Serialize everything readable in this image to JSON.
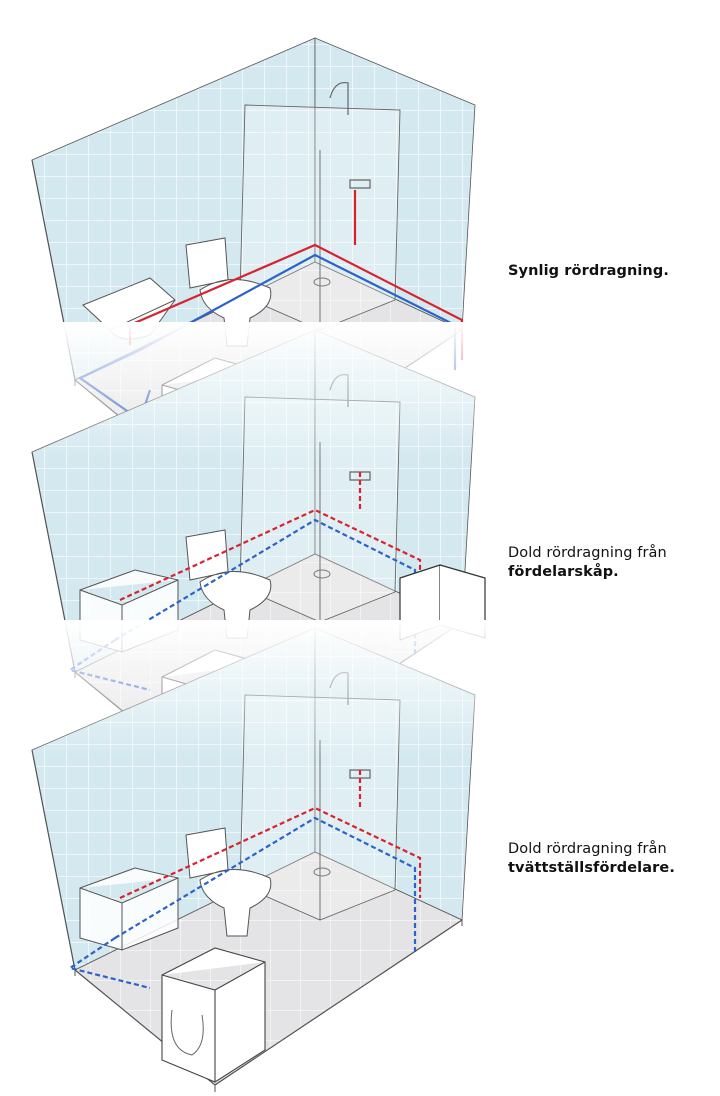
{
  "diagram": {
    "colors": {
      "hot_pipe": "#d8232f",
      "cold_pipe": "#2e62c9",
      "wall_tile": "#d6eaf0",
      "floor": "#e6e6e8"
    },
    "panels": [
      {
        "id": "synlig",
        "caption_normal": "",
        "caption_bold": "Synlig rördragning.",
        "pipe_style": "visible"
      },
      {
        "id": "fordelarskap",
        "caption_normal": "Dold rördragning från",
        "caption_bold": "fördelarskåp.",
        "pipe_style": "hidden"
      },
      {
        "id": "tvattstall",
        "caption_normal": "Dold rördragning från",
        "caption_bold": "tvättställsfördelare.",
        "pipe_style": "hidden"
      }
    ]
  }
}
